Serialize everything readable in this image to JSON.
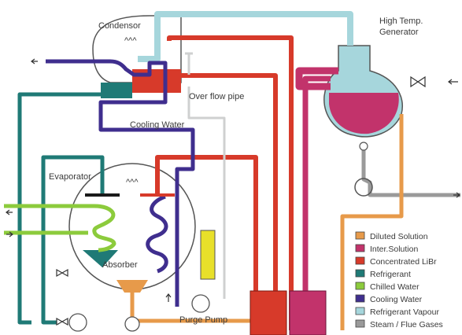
{
  "labels": {
    "condensor": "Condensor",
    "high_temp_line1": "High Temp.",
    "high_temp_line2": "Generator",
    "overflow_pipe": "Over flow pipe",
    "cooling_water": "Cooling Water",
    "evaporator": "Evaporator",
    "absorber": "Absorber",
    "purge_pump": "Purge Pump"
  },
  "legend": [
    {
      "label": "Diluted Solution",
      "color": "#e79a4a"
    },
    {
      "label": "Inter.Solution",
      "color": "#c2336b"
    },
    {
      "label": "Concentrated LiBr",
      "color": "#d73a2a"
    },
    {
      "label": "Refrigerant",
      "color": "#1f7a76"
    },
    {
      "label": "Chilled Water",
      "color": "#8ccb3c"
    },
    {
      "label": "Cooling Water",
      "color": "#3f2e8e"
    },
    {
      "label": "Refrigerant Vapour",
      "color": "#a6d6dc"
    },
    {
      "label": "Steam / Flue Gases",
      "color": "#9a9a9a"
    }
  ],
  "colors": {
    "diluted": "#e79a4a",
    "inter": "#c2336b",
    "concentrated": "#d73a2a",
    "refrigerant": "#1f7a76",
    "chilled": "#8ccb3c",
    "cooling": "#3f2e8e",
    "vapour": "#a6d6dc",
    "steam": "#9a9a9a",
    "purge_pump_body": "#e8e02a"
  }
}
